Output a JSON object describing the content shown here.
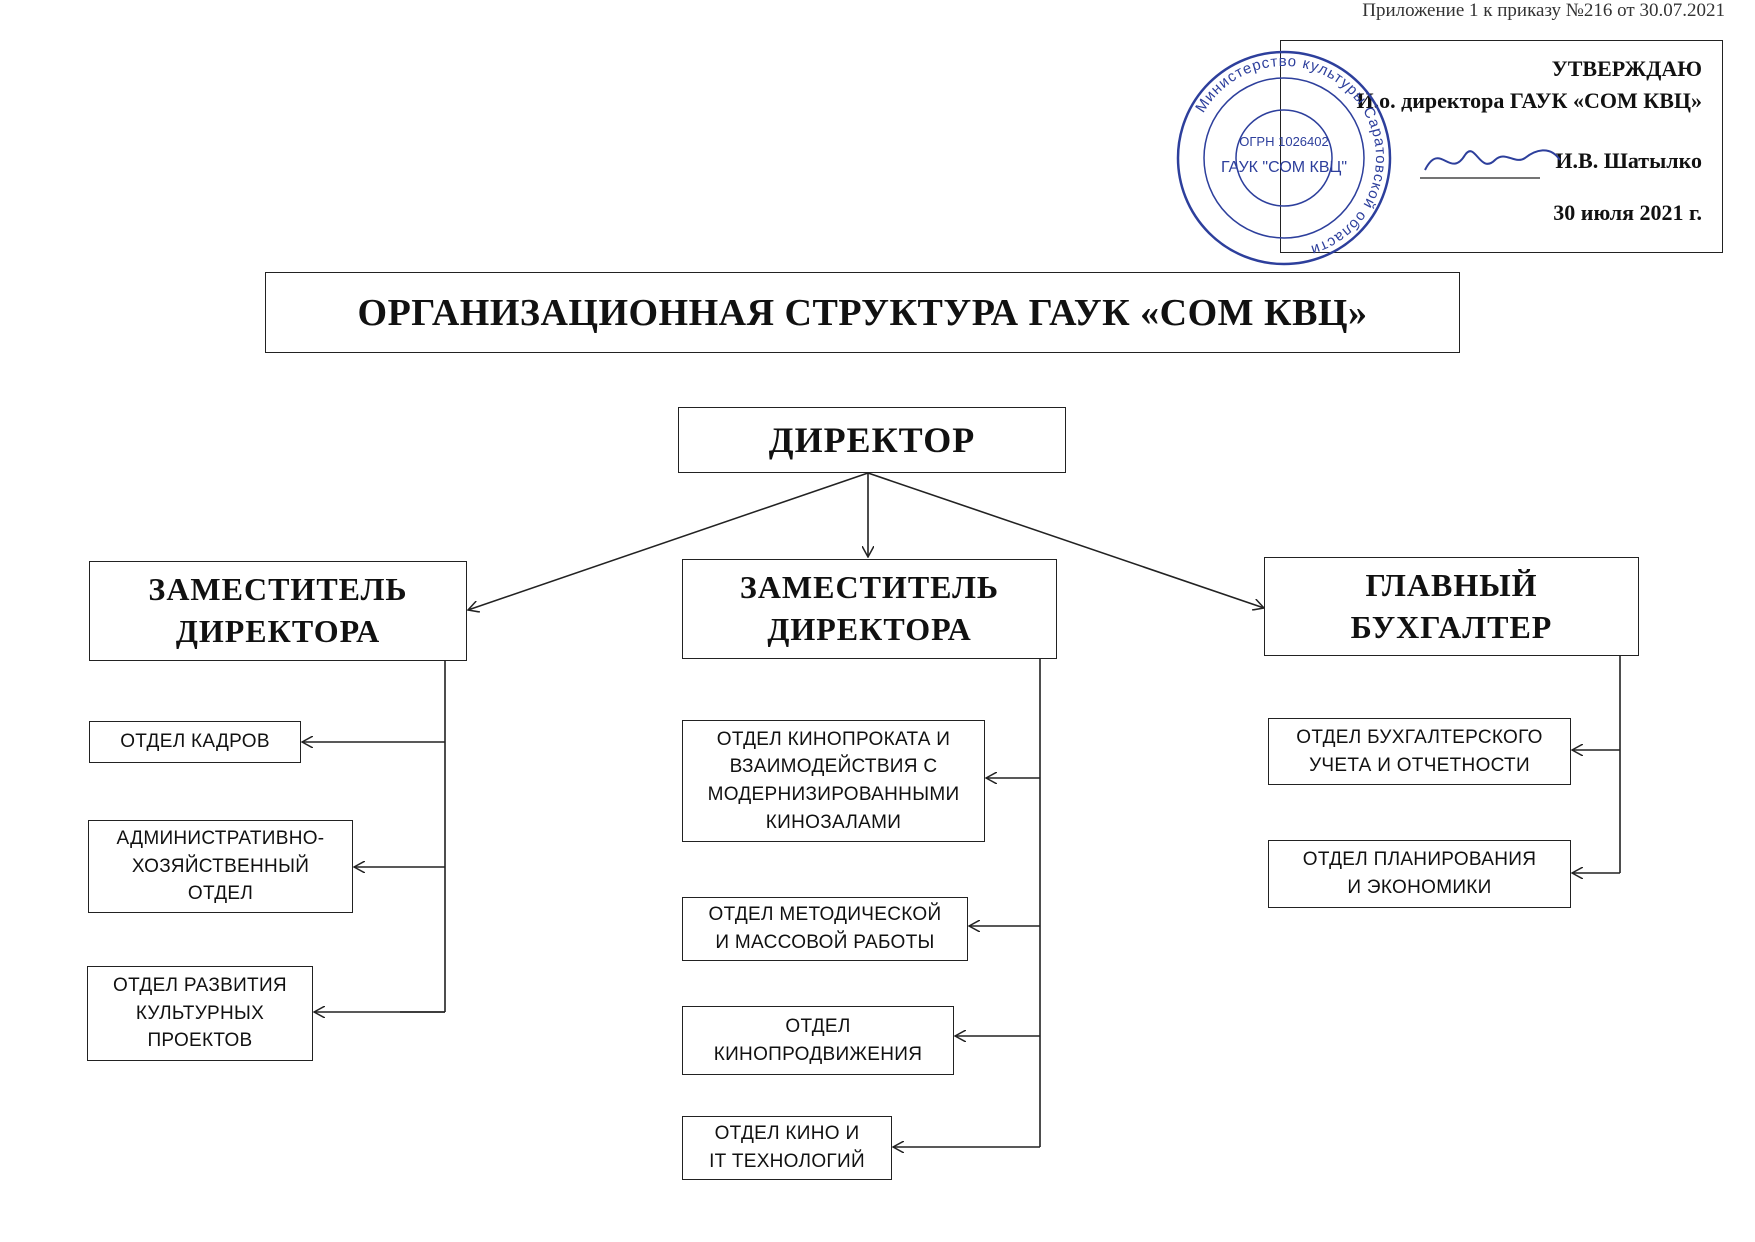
{
  "header": {
    "appendix_note": "Приложение 1 к приказу №216 от 30.07.2021",
    "approval": {
      "line1": "УТВЕРЖДАЮ",
      "line2": "И.о. директора ГАУК «СОМ КВЦ»",
      "signatory": "И.В. Шатылко",
      "date": "30 июля 2021 г."
    },
    "seal": {
      "outer_text": "Министерство культуры Саратовской области",
      "inner_text": "ГАУК \"СОМ КВЦ\"",
      "ogrn": "ОГРН 1026402",
      "colors": {
        "ink": "#2d3f9c"
      }
    }
  },
  "title": "ОРГАНИЗАЦИОННАЯ СТРУКТУРА ГАУК «СОМ КВЦ»",
  "director": {
    "label": "ДИРЕКТОР"
  },
  "deputy_left": {
    "line1": "ЗАМЕСТИТЕЛЬ",
    "line2": "ДИРЕКТОРА",
    "departments": [
      {
        "lines": [
          "ОТДЕЛ КАДРОВ"
        ]
      },
      {
        "lines": [
          "АДМИНИСТРАТИВНО-",
          "ХОЗЯЙСТВЕННЫЙ",
          "ОТДЕЛ"
        ]
      },
      {
        "lines": [
          "ОТДЕЛ РАЗВИТИЯ",
          "КУЛЬТУРНЫХ",
          "ПРОЕКТОВ"
        ]
      }
    ]
  },
  "deputy_center": {
    "line1": "ЗАМЕСТИТЕЛЬ",
    "line2": "ДИРЕКТОРА",
    "departments": [
      {
        "lines": [
          "ОТДЕЛ КИНОПРОКАТА И",
          "ВЗАИМОДЕЙСТВИЯ С",
          "МОДЕРНИЗИРОВАННЫМИ",
          "КИНОЗАЛАМИ"
        ]
      },
      {
        "lines": [
          "ОТДЕЛ МЕТОДИЧЕСКОЙ",
          "И МАССОВОЙ РАБОТЫ"
        ]
      },
      {
        "lines": [
          "ОТДЕЛ",
          "КИНОПРОДВИЖЕНИЯ"
        ]
      },
      {
        "lines": [
          "ОТДЕЛ КИНО И",
          "IT ТЕХНОЛОГИЙ"
        ]
      }
    ]
  },
  "chief_accountant": {
    "line1": "ГЛАВНЫЙ",
    "line2": "БУХГАЛТЕР",
    "departments": [
      {
        "lines": [
          "ОТДЕЛ БУХГАЛТЕРСКОГО",
          "УЧЕТА И ОТЧЕТНОСТИ"
        ]
      },
      {
        "lines": [
          "ОТДЕЛ ПЛАНИРОВАНИЯ",
          "И ЭКОНОМИКИ"
        ]
      }
    ]
  },
  "colors": {
    "line": "#222222",
    "text": "#111111"
  }
}
